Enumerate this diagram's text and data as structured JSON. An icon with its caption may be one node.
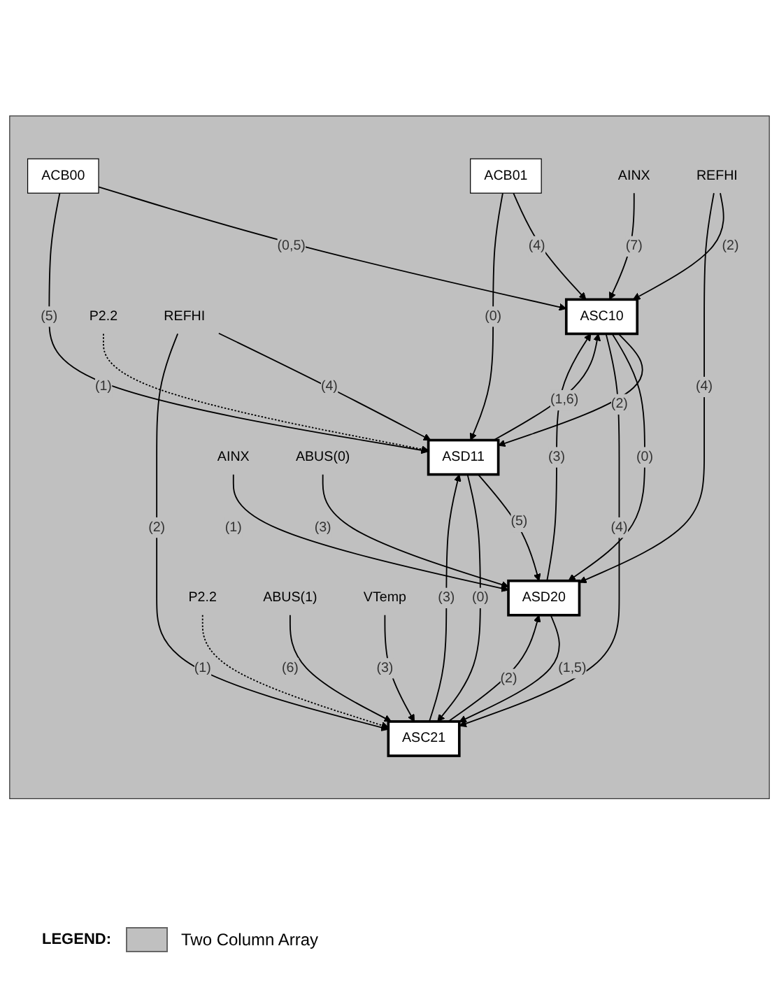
{
  "diagram": {
    "nodes": [
      {
        "text": [],
        "shape": "box"
      },
      {
        "text": [
          "ACB00"
        ],
        "in": 0
      },
      {
        "text": [
          "ACB01"
        ],
        "in": 0
      },
      {
        "text": [
          "AINX"
        ],
        "in": 0
      },
      {
        "text": [
          "ASC10"
        ],
        "in": 0
      },
      {
        "text": [
          "ASD11"
        ],
        "in": 0
      },
      {
        "text": [
          "P2.2"
        ],
        "in": 0
      },
      {
        "text": [
          "REFHI"
        ],
        "in": 0
      },
      {
        "text": [
          "REFHI"
        ],
        "in": 0
      },
      {
        "text": [
          "AINX"
        ],
        "in": 0
      },
      {
        "text": [
          "ASD20"
        ],
        "in": 0
      },
      {
        "text": [
          "ASC21"
        ],
        "in": 0
      },
      {
        "text": [
          "P2.2"
        ],
        "in": 0
      },
      {
        "text": [
          "ABUS(0)"
        ],
        "in": 0
      },
      {
        "text": [
          "ABUS(1)"
        ],
        "in": 0
      },
      {
        "text": [
          "VTemp"
        ],
        "in": 0
      }
    ],
    "edges": [
      {
        "from": 1,
        "to": 4,
        "arrow": "to",
        "label": "(0,5)"
      },
      {
        "from": 1,
        "to": 5,
        "arrow": "to",
        "label": "(5)"
      },
      {
        "from": 2,
        "to": 4,
        "arrow": "to",
        "label": "(4)"
      },
      {
        "from": 2,
        "to": 5,
        "arrow": "to",
        "label": "(0)"
      },
      {
        "from": 3,
        "to": 4,
        "arrow": "to",
        "label": "(7)"
      },
      {
        "from": 5,
        "to": 4,
        "arrow": "to",
        "label": "(1,6)"
      },
      {
        "from": 4,
        "to": 5,
        "arrow": "to",
        "label": "(2)"
      },
      {
        "from": 6,
        "to": 5,
        "arrow": "to",
        "label": "(1)",
        "style": "dashed"
      },
      {
        "from": 7,
        "to": 4,
        "arrow": "to",
        "label": "(2)"
      },
      {
        "from": 7,
        "to": 10,
        "arrow": "to",
        "label": "(4)"
      },
      {
        "from": 4,
        "to": 10,
        "arrow": "to",
        "label": "(0)"
      },
      {
        "from": 10,
        "to": 4,
        "arrow": "to",
        "label": "(3)"
      },
      {
        "from": 4,
        "to": 11,
        "arrow": "to",
        "label": "(4)"
      },
      {
        "from": 5,
        "to": 10,
        "arrow": "to",
        "label": "(5)"
      },
      {
        "from": 5,
        "to": 11,
        "arrow": "to",
        "label": "(0)"
      },
      {
        "from": 11,
        "to": 5,
        "arrow": "to",
        "label": "(3)"
      },
      {
        "from": 8,
        "to": 5,
        "arrow": "to",
        "label": "(4)"
      },
      {
        "from": 8,
        "to": 11,
        "arrow": "to",
        "label": "(2)"
      },
      {
        "from": 9,
        "to": 10,
        "arrow": "to",
        "label": "(1)"
      },
      {
        "from": 10,
        "to": 11,
        "arrow": "to",
        "label": "(1,5)"
      },
      {
        "from": 11,
        "to": 10,
        "arrow": "to",
        "label": "(2)"
      },
      {
        "from": 12,
        "to": 11,
        "arrow": "to",
        "label": "(1)",
        "style": "dashed"
      },
      {
        "from": 13,
        "to": 10,
        "arrow": "to",
        "label": "(3)"
      },
      {
        "from": 14,
        "to": 11,
        "arrow": "to",
        "label": "(6)"
      },
      {
        "from": 15,
        "to": 11,
        "arrow": "to",
        "label": "(3)"
      }
    ],
    "labels": [
      "LEGEND:"
    ],
    "legend": [
      {
        "text": "Two Column Array",
        "color": "#c0c0c0"
      }
    ]
  }
}
